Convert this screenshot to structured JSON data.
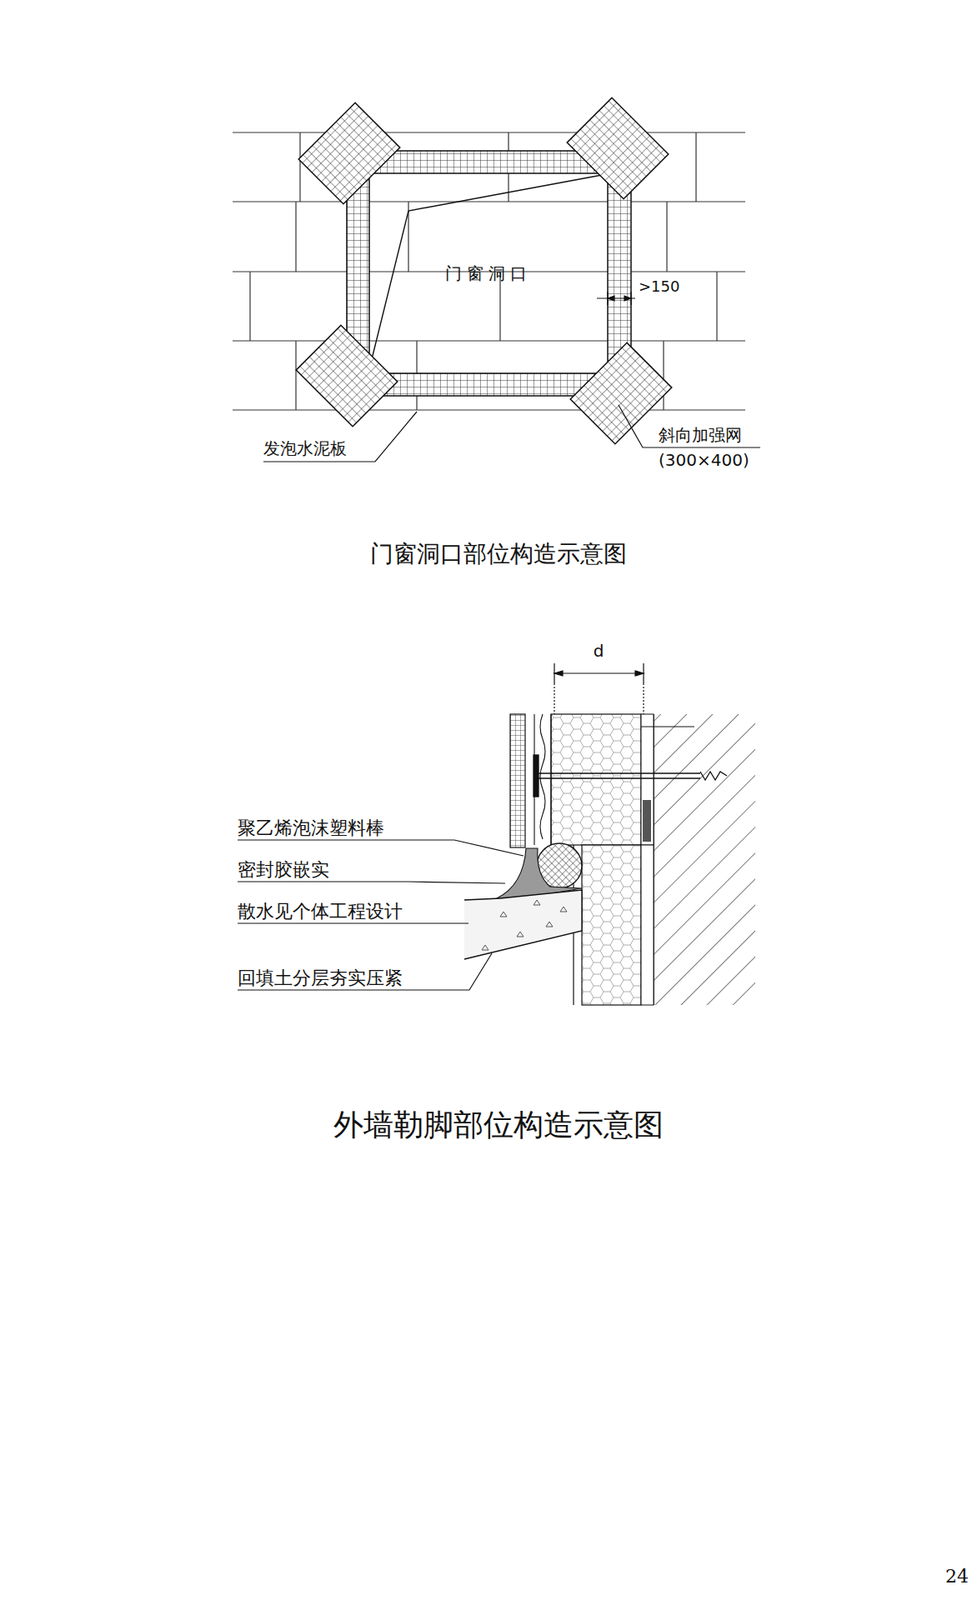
{
  "diagram": {
    "nodes": [
      {
        "text": [
          "门窗洞口"
        ]
      }
    ],
    "labels": [
      ">150",
      "发泡水泥板",
      "斜向加强网",
      "(300×400)",
      "门窗洞口部位构造示意图",
      "d",
      "聚乙烯泡沫塑料棒",
      "密封胶嵌实",
      "散水见个体工程设计",
      "回填土分层夯实压紧",
      "外墙勒脚部位构造示意图",
      "24"
    ]
  }
}
